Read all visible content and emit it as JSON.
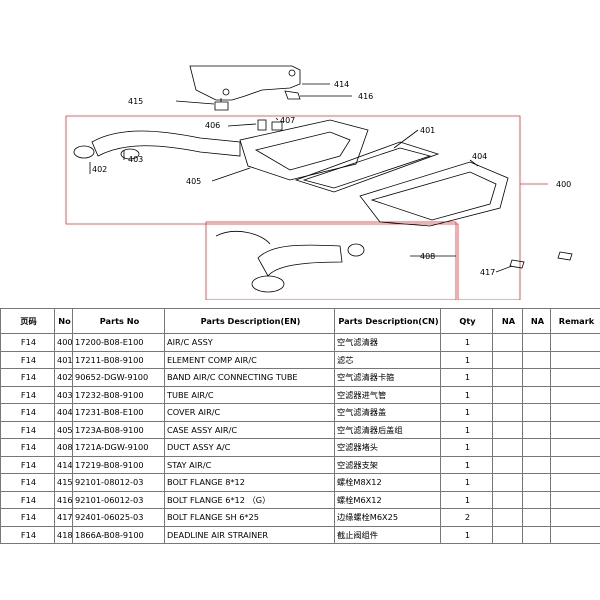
{
  "diagram": {
    "callouts": [
      "414",
      "415",
      "416",
      "406",
      "407",
      "401",
      "402",
      "403",
      "404",
      "405",
      "400",
      "408",
      "417"
    ]
  },
  "table": {
    "headers": {
      "page": "页码",
      "no": "No",
      "parts_no": "Parts No",
      "desc_en": "Parts Description(EN)",
      "desc_cn": "Parts Description(CN)",
      "qty": "Qty",
      "na1": "NA",
      "na2": "NA",
      "remark": "Remark"
    },
    "rows": [
      {
        "page": "F14",
        "no": "400",
        "parts_no": "17200-B08-E100",
        "desc_en": "AIR/C ASSY",
        "desc_cn": "空气滤清器",
        "qty": "1"
      },
      {
        "page": "F14",
        "no": "401",
        "parts_no": "17211-B08-9100",
        "desc_en": "ELEMENT COMP AIR/C",
        "desc_cn": "滤芯",
        "qty": "1"
      },
      {
        "page": "F14",
        "no": "402",
        "parts_no": "90652-DGW-9100",
        "desc_en": "BAND AIR/C CONNECTING TUBE",
        "desc_cn": "空气滤清器卡箍",
        "qty": "1"
      },
      {
        "page": "F14",
        "no": "403",
        "parts_no": "17232-B08-9100",
        "desc_en": "TUBE AIR/C",
        "desc_cn": "空滤器进气管",
        "qty": "1"
      },
      {
        "page": "F14",
        "no": "404",
        "parts_no": "17231-B08-E100",
        "desc_en": "COVER AIR/C",
        "desc_cn": "空气滤清器盖",
        "qty": "1"
      },
      {
        "page": "F14",
        "no": "405",
        "parts_no": "1723A-B08-9100",
        "desc_en": "CASE ASSY AIR/C",
        "desc_cn": "空气滤清器后盖组",
        "qty": "1"
      },
      {
        "page": "F14",
        "no": "408",
        "parts_no": "1721A-DGW-9100",
        "desc_en": "DUCT ASSY A/C",
        "desc_cn": "空滤器堵头",
        "qty": "1"
      },
      {
        "page": "F14",
        "no": "414",
        "parts_no": "17219-B08-9100",
        "desc_en": "STAY AIR/C",
        "desc_cn": "空滤器支架",
        "qty": "1"
      },
      {
        "page": "F14",
        "no": "415",
        "parts_no": "92101-08012-03",
        "desc_en": "BOLT FLANGE 8*12",
        "desc_cn": "螺栓M8X12",
        "qty": "1"
      },
      {
        "page": "F14",
        "no": "416",
        "parts_no": "92101-06012-03",
        "desc_en": "BOLT FLANGE 6*12 （G）",
        "desc_cn": "螺栓M6X12",
        "qty": "1"
      },
      {
        "page": "F14",
        "no": "417",
        "parts_no": "92401-06025-03",
        "desc_en": "BOLT FLANGE SH 6*25",
        "desc_cn": "边缘螺栓M6X25",
        "qty": "2"
      },
      {
        "page": "F14",
        "no": "418",
        "parts_no": "1866A-B08-9100",
        "desc_en": "DEADLINE AIR STRAINER",
        "desc_cn": "截止阀组件",
        "qty": "1"
      }
    ]
  }
}
